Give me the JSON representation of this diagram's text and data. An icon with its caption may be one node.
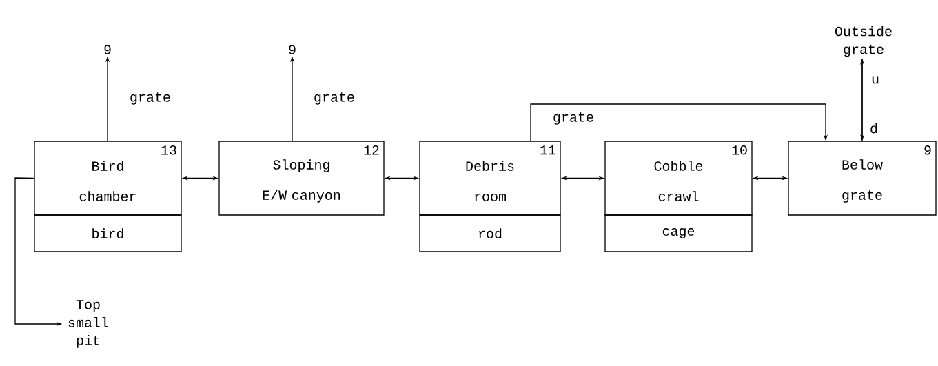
{
  "diagram": {
    "nodes": [
      {
        "text": [
          "9"
        ]
      },
      {
        "text": [
          "9"
        ]
      },
      {
        "text": [
          "Outside grate"
        ]
      },
      {
        "text": [
          "Bird chamber",
          "13"
        ]
      },
      {
        "text": [
          "bird"
        ]
      },
      {
        "text": [
          "Sloping E/W canyon",
          "12"
        ]
      },
      {
        "text": [
          "Debris room",
          "11"
        ]
      },
      {
        "text": [
          "rod"
        ]
      },
      {
        "text": [
          "Cobble crawl",
          "10"
        ]
      },
      {
        "text": [
          "cage"
        ]
      },
      {
        "text": [
          "Below grate",
          "9"
        ]
      },
      {
        "text": [
          "Top small pit"
        ]
      }
    ],
    "edges": [
      {
        "from": 3,
        "to": 0,
        "arrow": "to",
        "label": "grate"
      },
      {
        "from": 5,
        "to": 1,
        "arrow": "to",
        "label": "grate"
      },
      {
        "from": 3,
        "to": 5,
        "arrow": "both"
      },
      {
        "from": 5,
        "to": 6,
        "arrow": "both"
      },
      {
        "from": 6,
        "to": 8,
        "arrow": "both"
      },
      {
        "from": 8,
        "to": 10,
        "arrow": "both"
      },
      {
        "from": 6,
        "to": 10,
        "arrow": "to",
        "label": "grate"
      },
      {
        "from": 10,
        "to": 2,
        "arrow": "to",
        "label": "u"
      },
      {
        "from": 2,
        "to": 10,
        "arrow": "to",
        "label": "d"
      },
      {
        "from": 3,
        "to": 11,
        "arrow": "to"
      }
    ]
  }
}
